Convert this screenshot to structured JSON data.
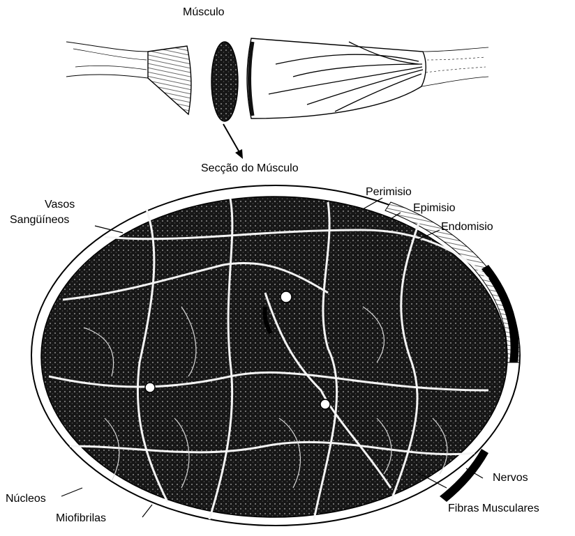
{
  "title": "Músculo",
  "section_label": "Secção do Músculo",
  "labels": {
    "vasos": "Vasos",
    "sanguineos": "Sangüíneos",
    "perimisio": "Perimisio",
    "epimisio": "Epimisio",
    "endomisio": "Endomisio",
    "nervos": "Nervos",
    "nucleos": "Núcleos",
    "miofibrilas": "Miofibrilas",
    "fibras": "Fibras Musculares"
  },
  "colors": {
    "ink": "#000000",
    "tissue": "#1a1a1a",
    "background": "#ffffff"
  }
}
